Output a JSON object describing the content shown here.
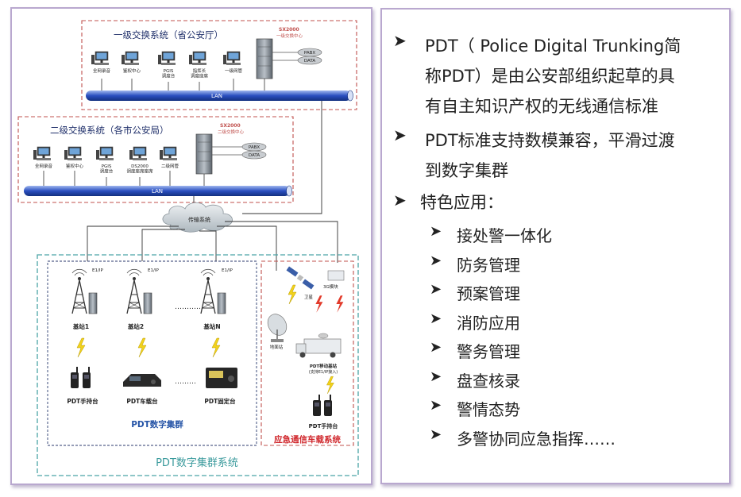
{
  "diagram": {
    "tier1": {
      "title": "一级交换系统（省公安厅）",
      "server": "SX2000",
      "server_sub": "一级交换中心",
      "pabx": "PABX",
      "data": "DATA",
      "lan": "LAN",
      "terminals": [
        "全网录音",
        "鉴权中心",
        "PGIS\n调度台",
        "指挥长\n调度座席",
        "一级网管"
      ]
    },
    "tier2": {
      "title": "二级交换系统（各市公安局）",
      "server": "SX2000",
      "server_sub": "二级交换中心",
      "pabx": "PABX",
      "data": "DATA",
      "lan": "LAN",
      "terminals": [
        "全网录音",
        "鉴权中心",
        "PGIS\n调度台",
        "DS2000\n调度座席座席",
        "二级网管"
      ]
    },
    "transport": "传输系统",
    "link_label": "E1/IP",
    "stations": [
      "基站1",
      "基站2",
      "基站N"
    ],
    "devices": [
      "PDT手持台",
      "PDT车载台",
      "PDT固定台"
    ],
    "cluster_label": "PDT数字集群",
    "system_label": "PDT数字集群系统",
    "emergency": {
      "satellite": "卫星",
      "ground": "地面站",
      "module": "3G模块",
      "mobile_station": "PDT移动基站",
      "mobile_station_sub": "(支持E1/IP接入)",
      "handset": "PDT手持台",
      "label": "应急通信车载系统"
    }
  },
  "bullets": {
    "main": [
      {
        "lines": [
          "PDT（ Police  Digital  Trunking简",
          "称PDT）是由公安部组织起草的具",
          "有自主知识产权的无线通信标准"
        ]
      },
      {
        "lines": [
          "PDT标准支持数模兼容，平滑过渡",
          "到数字集群"
        ]
      },
      {
        "lines": [
          "特色应用："
        ]
      }
    ],
    "sub": [
      "接处警一体化",
      "防务管理",
      "预案管理",
      "消防应用",
      "警务管理",
      "盘查核录",
      "警情态势",
      "多警协同应急指挥……"
    ]
  },
  "colors": {
    "panel_border": "#b9a8cf",
    "lan_blue": "#1f3fa8",
    "red_dash": "#c0504d",
    "teal_dash": "#4aa3a6",
    "red_text": "#d0262b",
    "blue_text": "#2453a6",
    "teal_text": "#3a9a9c",
    "bullet_arrow": "#1f3864"
  }
}
